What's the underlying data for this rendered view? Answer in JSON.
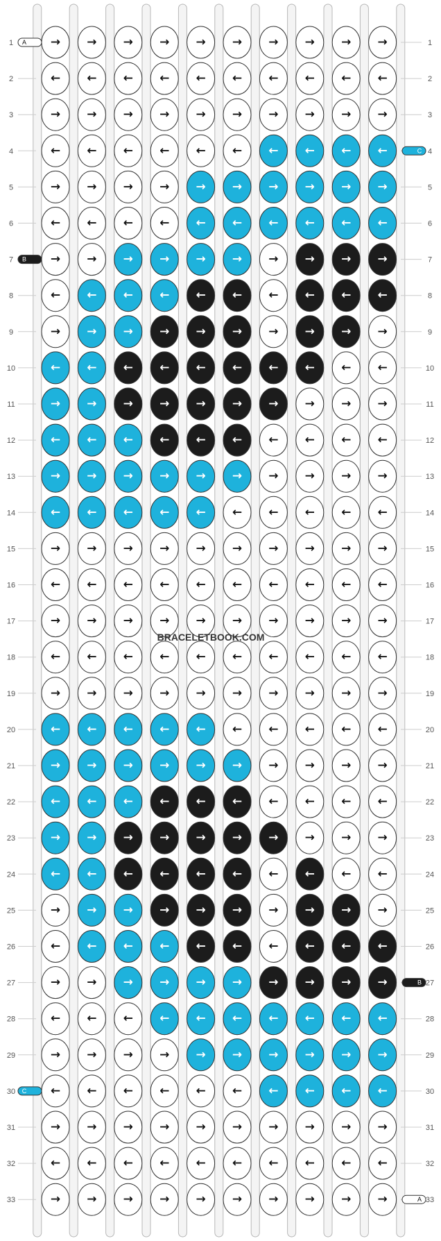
{
  "watermark": "BRACELETBOOK.COM",
  "colors": {
    "A": "#ffffff",
    "B": "#1c1c1c",
    "C": "#1eb2dc"
  },
  "strand_labels": {
    "A": "A",
    "B": "B",
    "C": "C"
  },
  "row_labels": [
    "1",
    "2",
    "3",
    "4",
    "5",
    "6",
    "7",
    "8",
    "9",
    "10",
    "11",
    "12",
    "13",
    "14",
    "15",
    "16",
    "17",
    "18",
    "19",
    "20",
    "21",
    "22",
    "23",
    "24",
    "25",
    "26",
    "27",
    "28",
    "29",
    "30",
    "31",
    "32",
    "33"
  ],
  "arrow_glyphs": {
    "R": "→",
    "L": "←"
  },
  "rows": [
    "AAAAAAAAAA",
    "AAAAAAAAAA",
    "AAAAAAAAAA",
    "AAAAAACCCC",
    "AAAACCCCCC",
    "AAAACCCCCC",
    "AACCCCABBB",
    "ACCCBBABBB",
    "ACCBBBABBA",
    "CCBBBBBBAA",
    "CCBBBBBAAA",
    "CCCBBBAAAA",
    "CCCCCCAAAA",
    "CCCCCAAAAA",
    "AAAAAAAAAA",
    "AAAAAAAAAA",
    "AAAAAAAAAA",
    "AAAAAAAAAA",
    "AAAAAAAAAA",
    "CCCCCAAAAA",
    "CCCCCCAAAA",
    "CCCBBBAAAA",
    "CCBBBBBAAA",
    "CCBBBBABAA",
    "ACCBBBABBA",
    "ACCCBBABBB",
    "AACCCCBBBB",
    "AAACCCCCCC",
    "AAAACCCCCC",
    "AAAAAACCCC",
    "AAAAAAAAAA",
    "AAAAAAAAAA",
    "AAAAAAAAAA"
  ]
}
